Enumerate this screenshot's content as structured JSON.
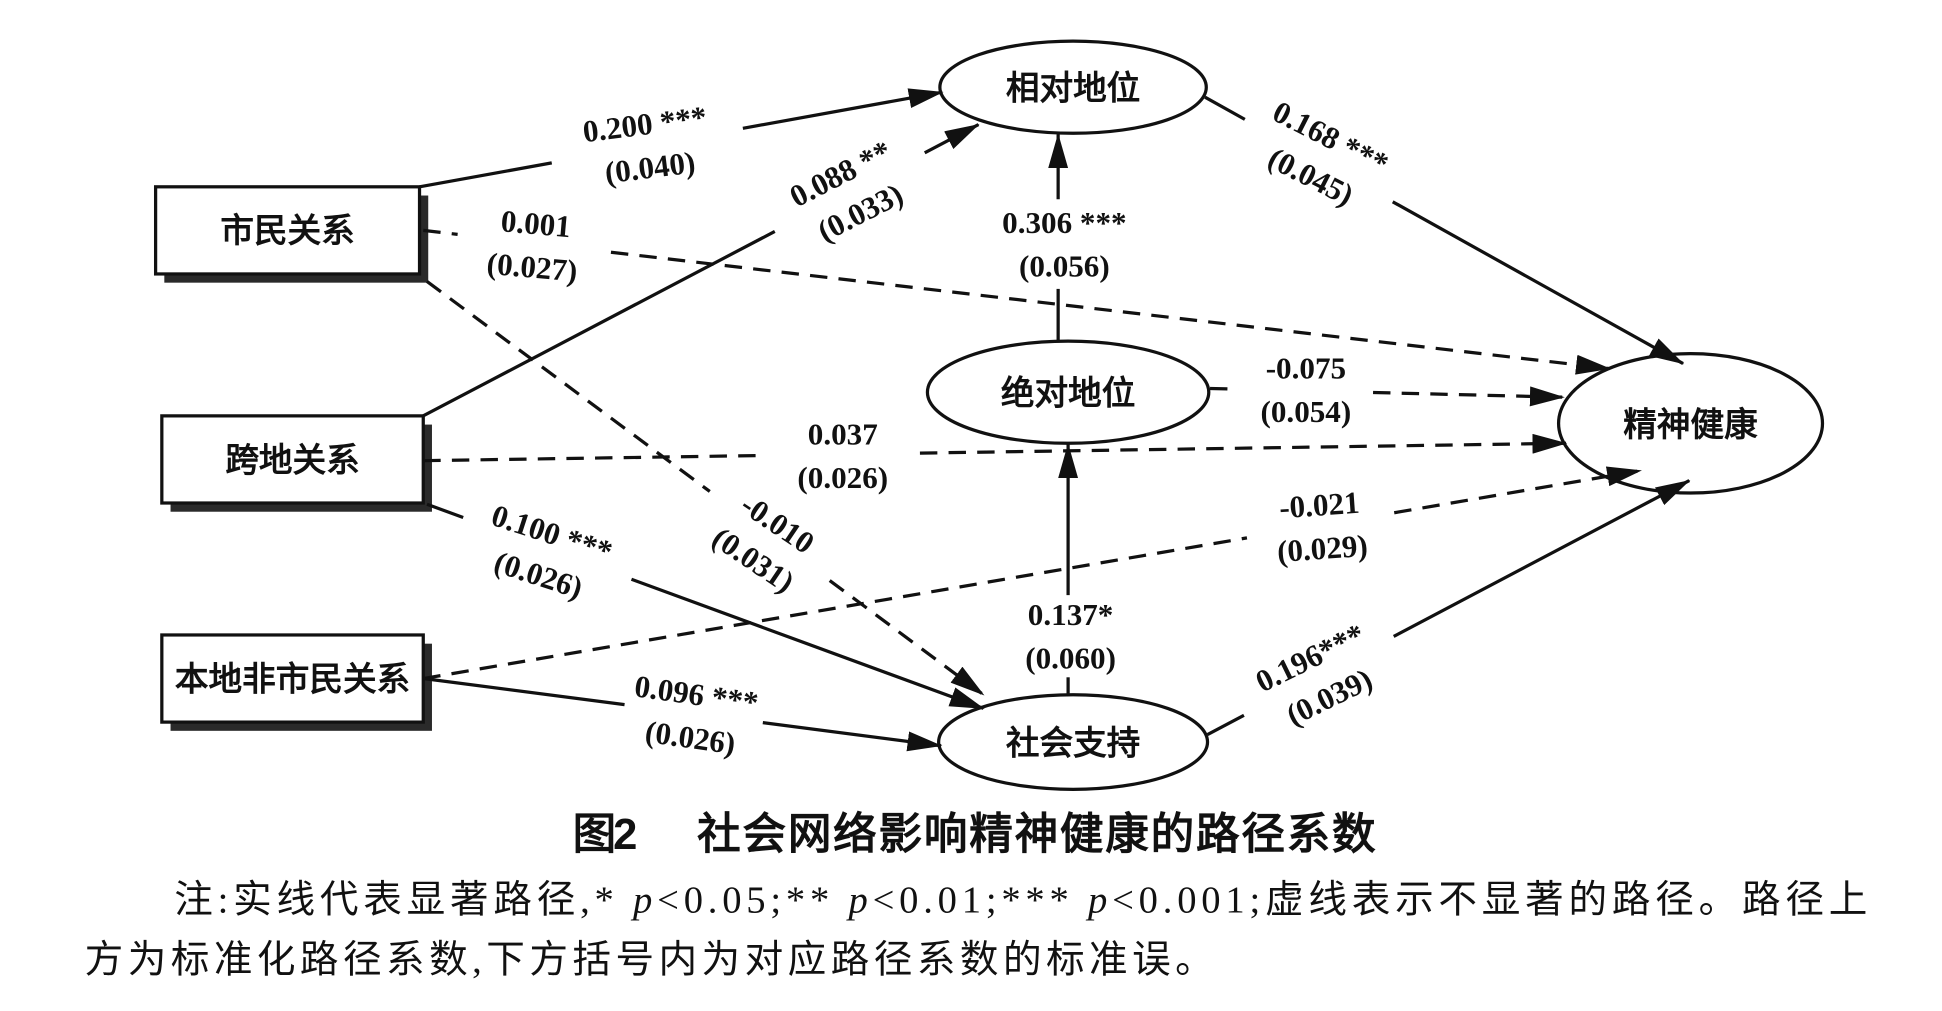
{
  "nodes": [
    "市民关系",
    "跨地关系",
    "本地非市民关系",
    "相对地位",
    "绝对地位",
    "精神健康",
    "社会支持"
  ],
  "paths": [
    {
      "from": 0,
      "to": 3,
      "significant": true,
      "coef": "0.200 ***",
      "se": "(0.040)"
    },
    {
      "from": 0,
      "to": 5,
      "significant": false,
      "coef": "0.001",
      "se": "(0.027)"
    },
    {
      "from": 0,
      "to": 6,
      "significant": false,
      "coef": "-0.010",
      "se": "(0.031)"
    },
    {
      "from": 1,
      "to": 3,
      "significant": true,
      "coef": "0.088 **",
      "se": "(0.033)"
    },
    {
      "from": 1,
      "to": 5,
      "significant": false,
      "coef": "0.037",
      "se": "(0.026)"
    },
    {
      "from": 1,
      "to": 6,
      "significant": true,
      "coef": "0.100 ***",
      "se": "(0.026)"
    },
    {
      "from": 2,
      "to": 5,
      "significant": false,
      "coef": "-0.021",
      "se": "(0.029)"
    },
    {
      "from": 2,
      "to": 6,
      "significant": true,
      "coef": "0.096 ***",
      "se": "(0.026)"
    },
    {
      "from": 4,
      "to": 3,
      "significant": true,
      "coef": "0.306 ***",
      "se": "(0.056)"
    },
    {
      "from": 4,
      "to": 5,
      "significant": false,
      "coef": "-0.075",
      "se": "(0.054)"
    },
    {
      "from": 6,
      "to": 4,
      "significant": true,
      "coef": "0.137*",
      "se": "(0.060)"
    },
    {
      "from": 3,
      "to": 5,
      "significant": true,
      "coef": "0.168 ***",
      "se": "(0.045)"
    },
    {
      "from": 6,
      "to": 5,
      "significant": true,
      "coef": "0.196***",
      "se": "(0.039)"
    }
  ],
  "caption": {
    "label": "图2",
    "title": "社会网络影响精神健康的路径系数"
  },
  "note": [
    "注:实线代表显著路径,* p<0.05;** p<0.01;*** p<0.001;虚线表示不显著的路径。路径上",
    "方为标准化路径系数,下方括号内为对应路径系数的标准误。"
  ]
}
